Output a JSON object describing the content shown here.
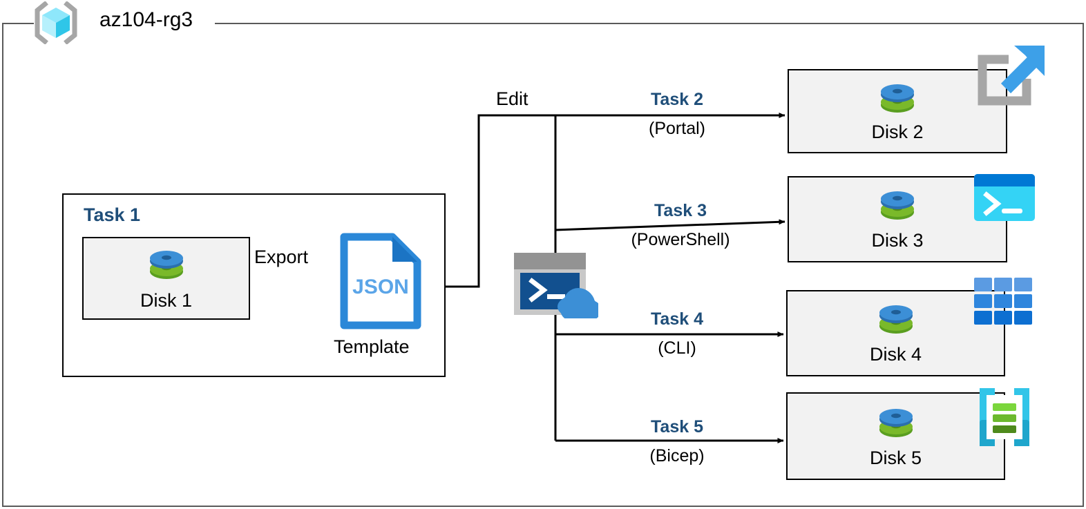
{
  "diagram": {
    "title": "az104-rg3",
    "resource_group_icon": "azure-resource-group-icon",
    "colors": {
      "task_label": "#1F4E79",
      "frame_border": "#595959",
      "box_border": "#000000",
      "box_fill": "#F2F2F2",
      "connector": "#000000",
      "json_blue": "#2B88D8",
      "disk_blue": "#3C8FD6",
      "disk_green": "#7AB92A",
      "portal_gray": "#A6A6A6",
      "portal_arrow": "#3DA0E8",
      "powershell_cyan": "#34D3F5",
      "powershell_titlebar": "#0078D4",
      "cli_blue": "#2680D9",
      "bicep_cyan": "#32C5E8",
      "bicep_green": "#76C13A"
    }
  },
  "task1": {
    "title": "Task 1",
    "disk": {
      "caption": "Disk 1",
      "icon": "managed-disk-icon"
    },
    "export_label": "Export",
    "template": {
      "file_type": "JSON",
      "caption": "Template",
      "icon": "json-file-icon"
    }
  },
  "middle": {
    "edit_label": "Edit",
    "cloud_shell_icon": "cloud-shell-icon"
  },
  "branches": [
    {
      "task": "Task 2",
      "method": "(Portal)",
      "disk_caption": "Disk 2",
      "tool_icon": "azure-portal-icon"
    },
    {
      "task": "Task 3",
      "method": "(PowerShell)",
      "disk_caption": "Disk 3",
      "tool_icon": "powershell-icon"
    },
    {
      "task": "Task 4",
      "method": "(CLI)",
      "disk_caption": "Disk 4",
      "tool_icon": "azure-cli-icon"
    },
    {
      "task": "Task 5",
      "method": "(Bicep)",
      "disk_caption": "Disk 5",
      "tool_icon": "bicep-icon"
    }
  ]
}
